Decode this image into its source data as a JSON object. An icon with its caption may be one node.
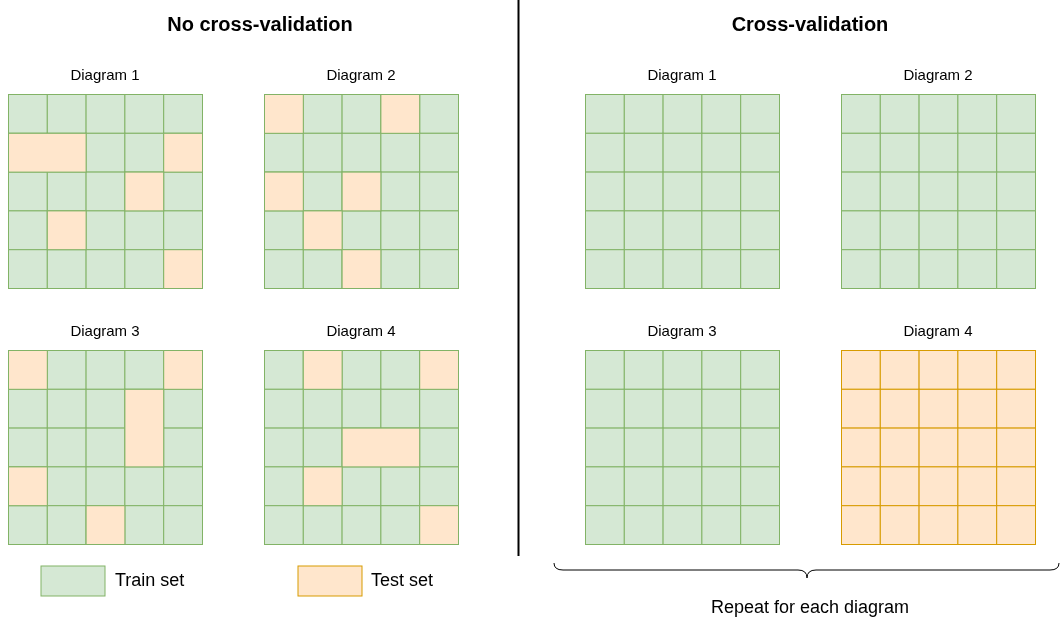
{
  "diagram": {
    "labels": [
      "No cross-validation",
      "Cross-validation",
      "Diagram 1",
      "Diagram 2",
      "Diagram 1",
      "Diagram 2",
      "Diagram 3",
      "Diagram 4",
      "Diagram 3",
      "Diagram 4",
      "Repeat for each diagram"
    ],
    "legend": [
      {
        "text": "Train set",
        "color": "#d5e8d4"
      },
      {
        "text": "Test set",
        "color": "#ffe6cc"
      }
    ]
  }
}
